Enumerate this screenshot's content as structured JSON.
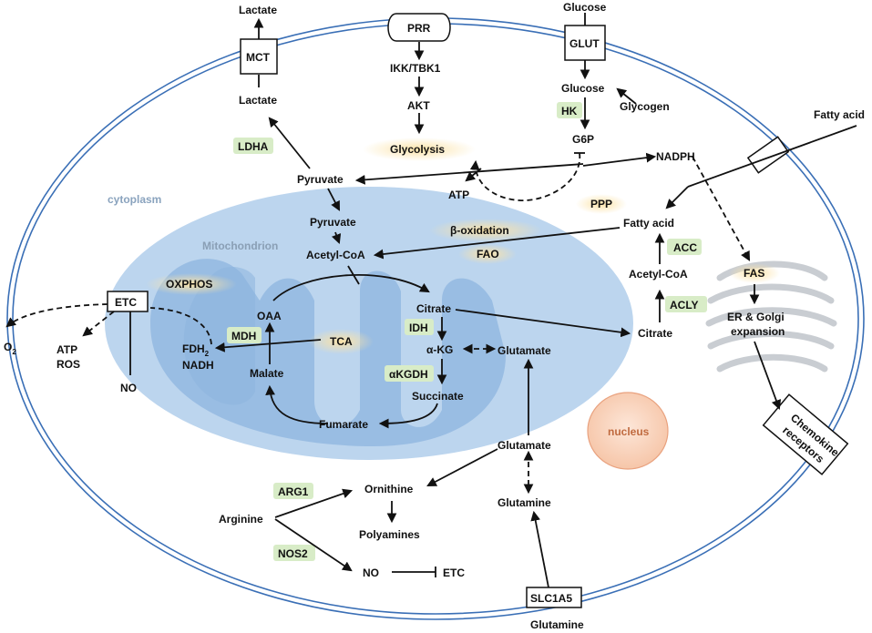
{
  "regions": {
    "cytoplasm": "cytoplasm",
    "mitochondrion": "Mitochondrion",
    "nucleus": "nucleus"
  },
  "receptors": {
    "prr": "PRR",
    "mct": "MCT",
    "glut": "GLUT",
    "slc1a5": "SLC1A5",
    "etc": "ETC"
  },
  "metabolites": {
    "lactate_out": "Lactate",
    "lactate_in": "Lactate",
    "glucose_out": "Glucose",
    "glucose_in": "Glucose",
    "glycogen": "Glycogen",
    "g6p": "G6P",
    "nadph": "NADPH",
    "fatty_acid_out": "Fatty acid",
    "fatty_acid_in": "Fatty acid",
    "pyruvate_cyto": "Pyruvate",
    "pyruvate_mito": "Pyruvate",
    "acetyl_coa_mito": "Acetyl-CoA",
    "acetyl_coa_cyto": "Acetyl-CoA",
    "citrate_mito": "Citrate",
    "citrate_cyto": "Citrate",
    "oaa": "OAA",
    "malate": "Malate",
    "fumarate": "Fumarate",
    "succinate": "Succinate",
    "akg": "α-KG",
    "glutamate_mito": "Glutamate",
    "glutamate_cyto": "Glutamate",
    "glutamine_cyto": "Glutamine",
    "glutamine_out": "Glutamine",
    "arginine": "Arginine",
    "ornithine": "Ornithine",
    "polyamines": "Polyamines",
    "no_cyto": "NO",
    "no_etc": "NO",
    "etc_target": "ETC",
    "atp_glyco": "ATP",
    "atp": "ATP",
    "ros": "ROS",
    "o2": "O",
    "o2_sub": "2",
    "fadh": "FDH",
    "fadh_sub": "2",
    "nadh": "NADH",
    "ikk": "IKK/TBK1",
    "akt": "AKT",
    "er_golgi_1": "ER & Golgi",
    "er_golgi_2": "expansion",
    "chemokine_1": "Chemokine",
    "chemokine_2": "receptors"
  },
  "processes": {
    "glycolysis": "Glycolysis",
    "ppp": "PPP",
    "beta_oxidation": "β-oxidation",
    "fao": "FAO",
    "oxphos": "OXPHOS",
    "tca": "TCA",
    "fas": "FAS"
  },
  "enzymes": {
    "ldha": "LDHA",
    "hk": "HK",
    "acc": "ACC",
    "acly": "ACLY",
    "idh": "IDH",
    "akgdh": "αKGDH",
    "mdh": "MDH",
    "arg1": "ARG1",
    "nos2": "NOS2"
  },
  "colors": {
    "cell_border": "#3a6fb6",
    "cell_fill": "#ffffff",
    "mito_outer": "#bcd5ee",
    "mito_inner": "#8db4df",
    "nucleus_fill": "#f8dccb",
    "nucleus_stroke": "#e9a27f",
    "enzyme_bg": "#d8ecc7",
    "process_glow": "#fbe7b4",
    "golgi": "#c9cdd2"
  }
}
